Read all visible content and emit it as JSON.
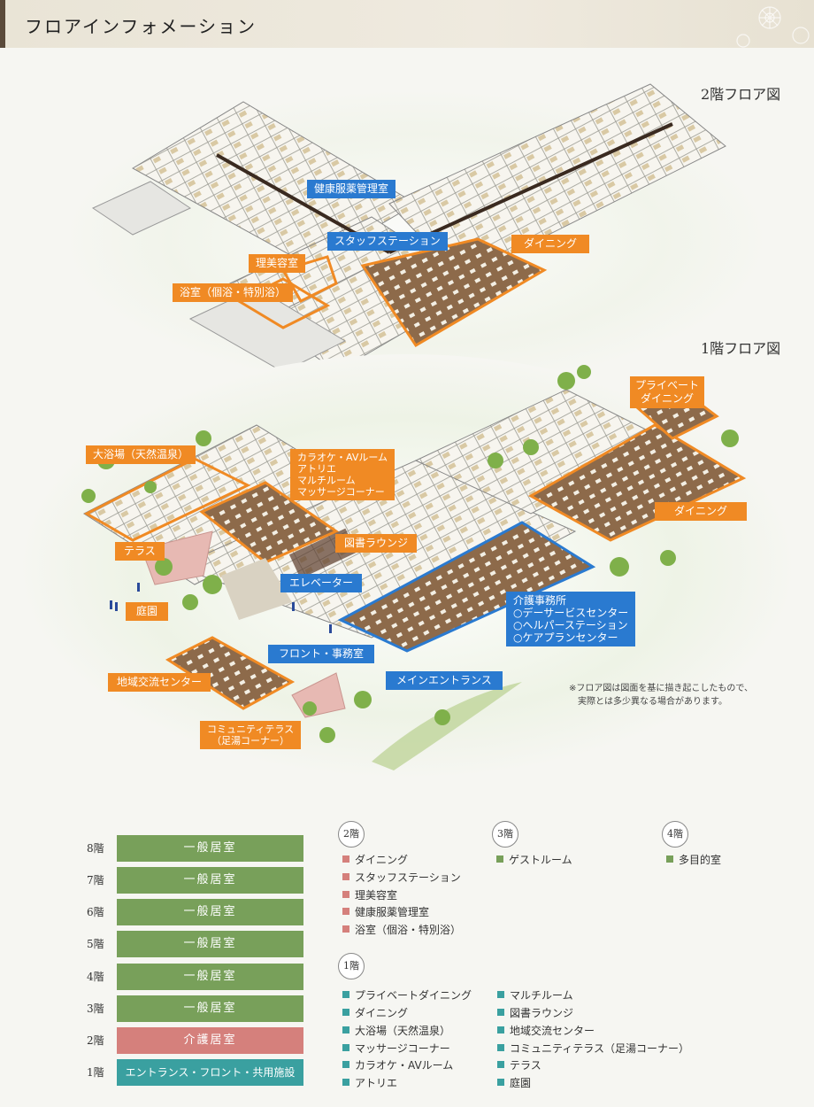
{
  "header": {
    "title": "フロアインフォメーション"
  },
  "floor_labels": {
    "f2": "2階フロア図",
    "f1": "1階フロア図"
  },
  "tags": {
    "kenko": "健康服薬管理室",
    "staff": "スタッフステーション",
    "riyou": "理美容室",
    "yokushitsu": "浴室（個浴・特別浴）",
    "dining2": "ダイニング",
    "private_dining_1": "プライベート",
    "private_dining_2": "ダイニング",
    "daiyokujo": "大浴場（天然温泉）",
    "karaoke_1": "カラオケ・AVルーム",
    "karaoke_2": "アトリエ",
    "karaoke_3": "マルチルーム",
    "karaoke_4": "マッサージコーナー",
    "dining1": "ダイニング",
    "terrace": "テラス",
    "library": "図書ラウンジ",
    "elevator": "エレベーター",
    "garden": "庭園",
    "care_1": "介護事務所",
    "care_2": "○デーサービスセンター",
    "care_3": "○ヘルパーステーション",
    "care_4": "○ケアプランセンター",
    "front": "フロント・事務室",
    "main_entrance": "メインエントランス",
    "community_center": "地域交流センター",
    "community_terrace_1": "コミュニティテラス",
    "community_terrace_2": "（足湯コーナー）"
  },
  "note": {
    "line1": "※フロア図は図面を基に描き起こしたもので、",
    "line2": "実際とは多少異なる場合があります。"
  },
  "legend": {
    "floors": [
      {
        "num": "8階",
        "label": "一般居室",
        "color": "#78a05a"
      },
      {
        "num": "7階",
        "label": "一般居室",
        "color": "#78a05a"
      },
      {
        "num": "6階",
        "label": "一般居室",
        "color": "#78a05a"
      },
      {
        "num": "5階",
        "label": "一般居室",
        "color": "#78a05a"
      },
      {
        "num": "4階",
        "label": "一般居室",
        "color": "#78a05a"
      },
      {
        "num": "3階",
        "label": "一般居室",
        "color": "#78a05a"
      },
      {
        "num": "2階",
        "label": "介護居室",
        "color": "#d5807c"
      },
      {
        "num": "1階",
        "label": "エントランス・フロント・共用施設",
        "color": "#3aa0a0"
      }
    ]
  },
  "lists": {
    "f2": {
      "badge": "2階",
      "color": "#d5807c",
      "items": [
        "ダイニング",
        "スタッフステーション",
        "理美容室",
        "健康服薬管理室",
        "浴室（個浴・特別浴）"
      ]
    },
    "f3": {
      "badge": "3階",
      "color": "#78a05a",
      "items": [
        "ゲストルーム"
      ]
    },
    "f4": {
      "badge": "4階",
      "color": "#78a05a",
      "items": [
        "多目的室"
      ]
    },
    "f1": {
      "badge": "1階",
      "color": "#3aa0a0",
      "col1": [
        "プライベートダイニング",
        "ダイニング",
        "大浴場（天然温泉）",
        "マッサージコーナー",
        "カラオケ・AVルーム",
        "アトリエ"
      ],
      "col2": [
        "マルチルーム",
        "図書ラウンジ",
        "地域交流センター",
        "コミュニティテラス（足湯コーナー）",
        "テラス",
        "庭園"
      ]
    }
  }
}
